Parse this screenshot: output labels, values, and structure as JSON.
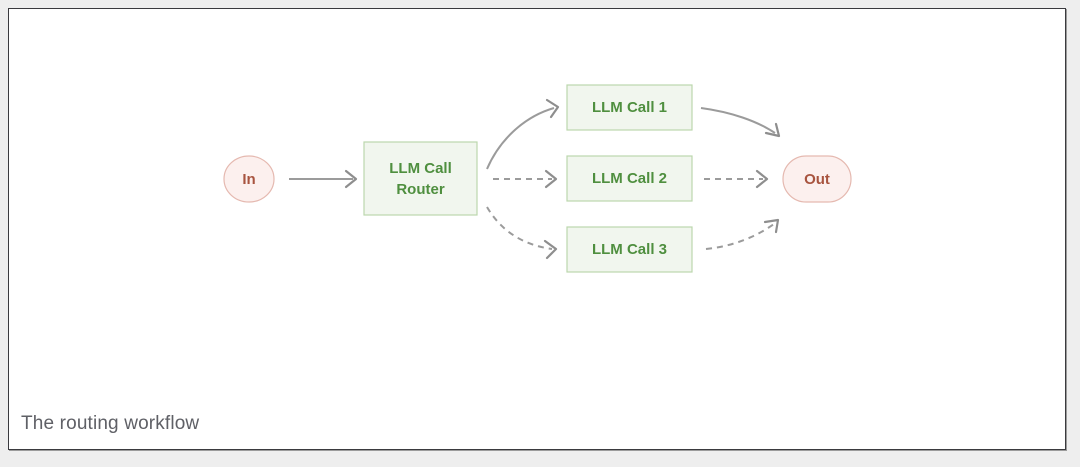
{
  "caption": "The routing workflow",
  "colors": {
    "page_background": "#eeeeee",
    "card_background": "#ffffff",
    "card_border": "#3a3a3e",
    "process_fill": "#f1f6ee",
    "process_stroke": "#bcd7ad",
    "process_text": "#4f8f3f",
    "terminal_fill": "#fcf0ee",
    "terminal_stroke": "#e5b9b0",
    "terminal_text": "#a8543f",
    "edge": "#9b9b9b",
    "caption_text": "#5f6066"
  },
  "diagram": {
    "title": "The routing workflow",
    "type": "flowchart",
    "direction": "left-to-right",
    "nodes": [
      {
        "id": "in",
        "label": "In",
        "shape": "circle",
        "kind": "terminal"
      },
      {
        "id": "router",
        "label_line1": "LLM Call",
        "label_line2": "Router",
        "label": "LLM Call Router",
        "shape": "rectangle",
        "kind": "process"
      },
      {
        "id": "call1",
        "label": "LLM Call 1",
        "shape": "rectangle",
        "kind": "process"
      },
      {
        "id": "call2",
        "label": "LLM Call 2",
        "shape": "rectangle",
        "kind": "process"
      },
      {
        "id": "call3",
        "label": "LLM Call 3",
        "shape": "rectangle",
        "kind": "process"
      },
      {
        "id": "out",
        "label": "Out",
        "shape": "stadium",
        "kind": "terminal"
      }
    ],
    "edges": [
      {
        "from": "in",
        "to": "router",
        "style": "solid",
        "shape": "straight"
      },
      {
        "from": "router",
        "to": "call1",
        "style": "solid",
        "shape": "curve-up"
      },
      {
        "from": "router",
        "to": "call2",
        "style": "dashed",
        "shape": "straight"
      },
      {
        "from": "router",
        "to": "call3",
        "style": "dashed",
        "shape": "curve-down"
      },
      {
        "from": "call1",
        "to": "out",
        "style": "solid",
        "shape": "curve-down"
      },
      {
        "from": "call2",
        "to": "out",
        "style": "dashed",
        "shape": "straight"
      },
      {
        "from": "call3",
        "to": "out",
        "style": "dashed",
        "shape": "curve-up"
      }
    ]
  }
}
